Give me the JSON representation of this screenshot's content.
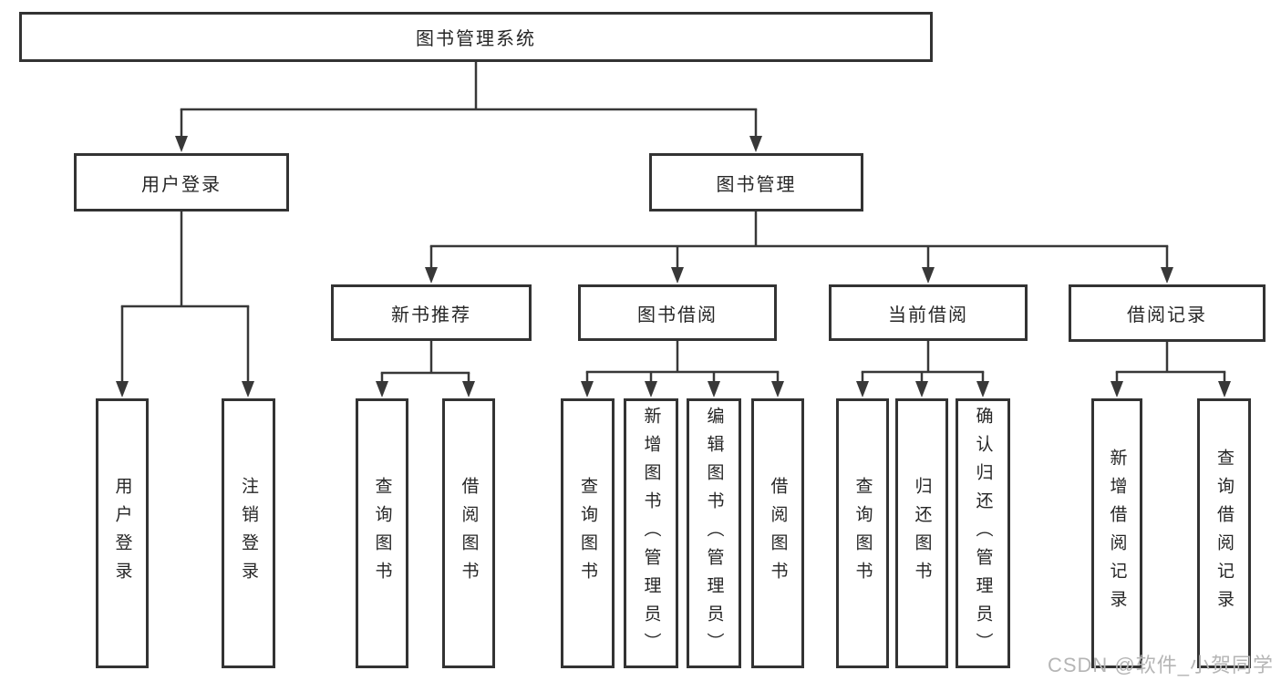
{
  "diagram": {
    "root_label": "图书管理系统",
    "level2": {
      "user_login": "用户登录",
      "book_mgmt": "图书管理"
    },
    "level3": {
      "new_book_rec": "新书推荐",
      "book_borrow": "图书借阅",
      "current_borrow": "当前借阅",
      "borrow_record": "借阅记录"
    },
    "leaves": {
      "user_login": [
        "用户登录",
        "注销登录"
      ],
      "new_book_rec": [
        "查询图书",
        "借阅图书"
      ],
      "book_borrow": [
        "查询图书",
        "新增图书（管理员）",
        "编辑图书（管理员）",
        "借阅图书"
      ],
      "current_borrow": [
        "查询图书",
        "归还图书",
        "确认归还（管理员）"
      ],
      "borrow_record": [
        "新增借阅记录",
        "查询借阅记录"
      ]
    }
  },
  "watermark": {
    "text": "CSDN @软件_小贺同学"
  },
  "colors": {
    "line": "#383838",
    "border": "#333333",
    "text": "#262626",
    "watermark": "#b5b5b5",
    "background": "#ffffff"
  }
}
